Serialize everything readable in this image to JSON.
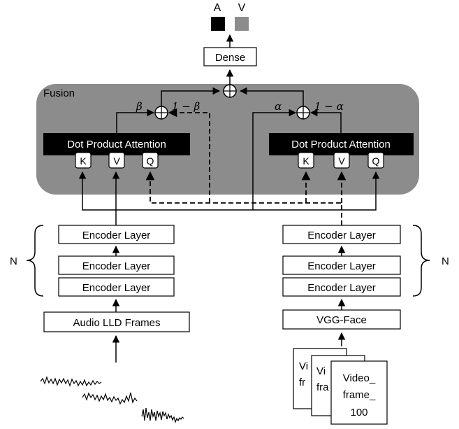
{
  "outputs": {
    "a_label": "A",
    "v_label": "V"
  },
  "dense_label": "Dense",
  "fusion_label": "Fusion",
  "weights": {
    "beta": "β",
    "one_minus_beta": "1 − β",
    "alpha": "α",
    "one_minus_alpha": "1 − α"
  },
  "attention": {
    "left": {
      "title": "Dot Product Attention",
      "k": "K",
      "v": "V",
      "q": "Q"
    },
    "right": {
      "title": "Dot Product Attention",
      "k": "K",
      "v": "V",
      "q": "Q"
    }
  },
  "encoders": {
    "left": [
      "Encoder Layer",
      "Encoder Layer",
      "Encoder Layer"
    ],
    "right": [
      "Encoder Layer",
      "Encoder Layer",
      "Encoder Layer"
    ]
  },
  "stack_label": {
    "left": "N",
    "right": "N"
  },
  "inputs": {
    "audio": "Audio LLD Frames",
    "video": "VGG-Face"
  },
  "frames": {
    "back_lines": [
      "Vi",
      "fr"
    ],
    "mid_lines": [
      "Vi",
      "fra"
    ],
    "front_lines": [
      "Video_",
      "frame_",
      "100"
    ]
  },
  "colors": {
    "fusion_bg": "#8c8c8c",
    "v_square": "#8c8c8c",
    "a_square": "#000000",
    "attention_bg": "#000000"
  }
}
